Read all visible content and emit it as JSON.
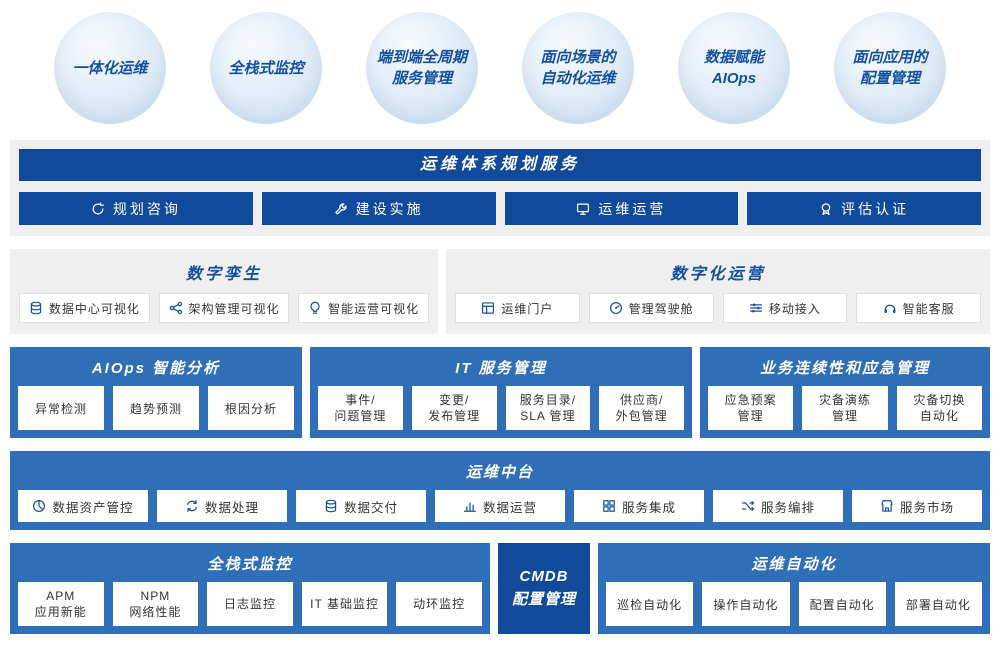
{
  "colors": {
    "navy": "#11499b",
    "blue": "#2f6fb8",
    "panel_gray": "#efefef",
    "bubble_blue": "#d8e7f6",
    "title_navy": "#14509e",
    "text_dark": "#333333"
  },
  "bubbles": [
    "一体化运维",
    "全栈式监控",
    "端到端全周期\n服务管理",
    "面向场景的\n自动化运维",
    "数据赋能\nAIOps",
    "面向应用的\n配置管理"
  ],
  "planning": {
    "title": "运维体系规划服务",
    "items": [
      {
        "label": "规划咨询",
        "icon": "refresh-icon"
      },
      {
        "label": "建设实施",
        "icon": "wrench-icon"
      },
      {
        "label": "运维运营",
        "icon": "monitor-icon"
      },
      {
        "label": "评估认证",
        "icon": "certificate-icon"
      }
    ]
  },
  "digital_twin": {
    "title": "数字孪生",
    "items": [
      {
        "label": "数据中心可视化",
        "icon": "database-icon"
      },
      {
        "label": "架构管理可视化",
        "icon": "topology-icon"
      },
      {
        "label": "智能运营可视化",
        "icon": "bulb-icon"
      }
    ]
  },
  "digital_ops": {
    "title": "数字化运营",
    "items": [
      {
        "label": "运维门户",
        "icon": "portal-icon"
      },
      {
        "label": "管理驾驶舱",
        "icon": "gauge-icon"
      },
      {
        "label": "移动接入",
        "icon": "sliders-icon"
      },
      {
        "label": "智能客服",
        "icon": "headset-icon"
      }
    ]
  },
  "aiops": {
    "title": "AIOps 智能分析",
    "items": [
      "异常检测",
      "趋势预测",
      "根因分析"
    ]
  },
  "itsm": {
    "title": "IT 服务管理",
    "items": [
      "事件/\n问题管理",
      "变更/\n发布管理",
      "服务目录/\nSLA 管理",
      "供应商/\n外包管理"
    ]
  },
  "bcm": {
    "title": "业务连续性和应急管理",
    "items": [
      "应急预案\n管理",
      "灾备演练\n管理",
      "灾备切换\n自动化"
    ]
  },
  "middle_platform": {
    "title": "运维中台",
    "items": [
      {
        "label": "数据资产管控",
        "icon": "pie-chart-icon"
      },
      {
        "label": "数据处理",
        "icon": "process-icon"
      },
      {
        "label": "数据交付",
        "icon": "coins-icon"
      },
      {
        "label": "数据运营",
        "icon": "bar-chart-icon"
      },
      {
        "label": "服务集成",
        "icon": "grid-icon"
      },
      {
        "label": "服务编排",
        "icon": "flow-icon"
      },
      {
        "label": "服务市场",
        "icon": "store-icon"
      }
    ]
  },
  "monitoring": {
    "title": "全栈式监控",
    "items": [
      "APM\n应用新能",
      "NPM\n网络性能",
      "日志监控",
      "IT 基础监控",
      "动环监控"
    ]
  },
  "cmdb": {
    "title": "CMDB\n配置管理"
  },
  "automation": {
    "title": "运维自动化",
    "items": [
      "巡检自动化",
      "操作自动化",
      "配置自动化",
      "部署自动化"
    ]
  }
}
